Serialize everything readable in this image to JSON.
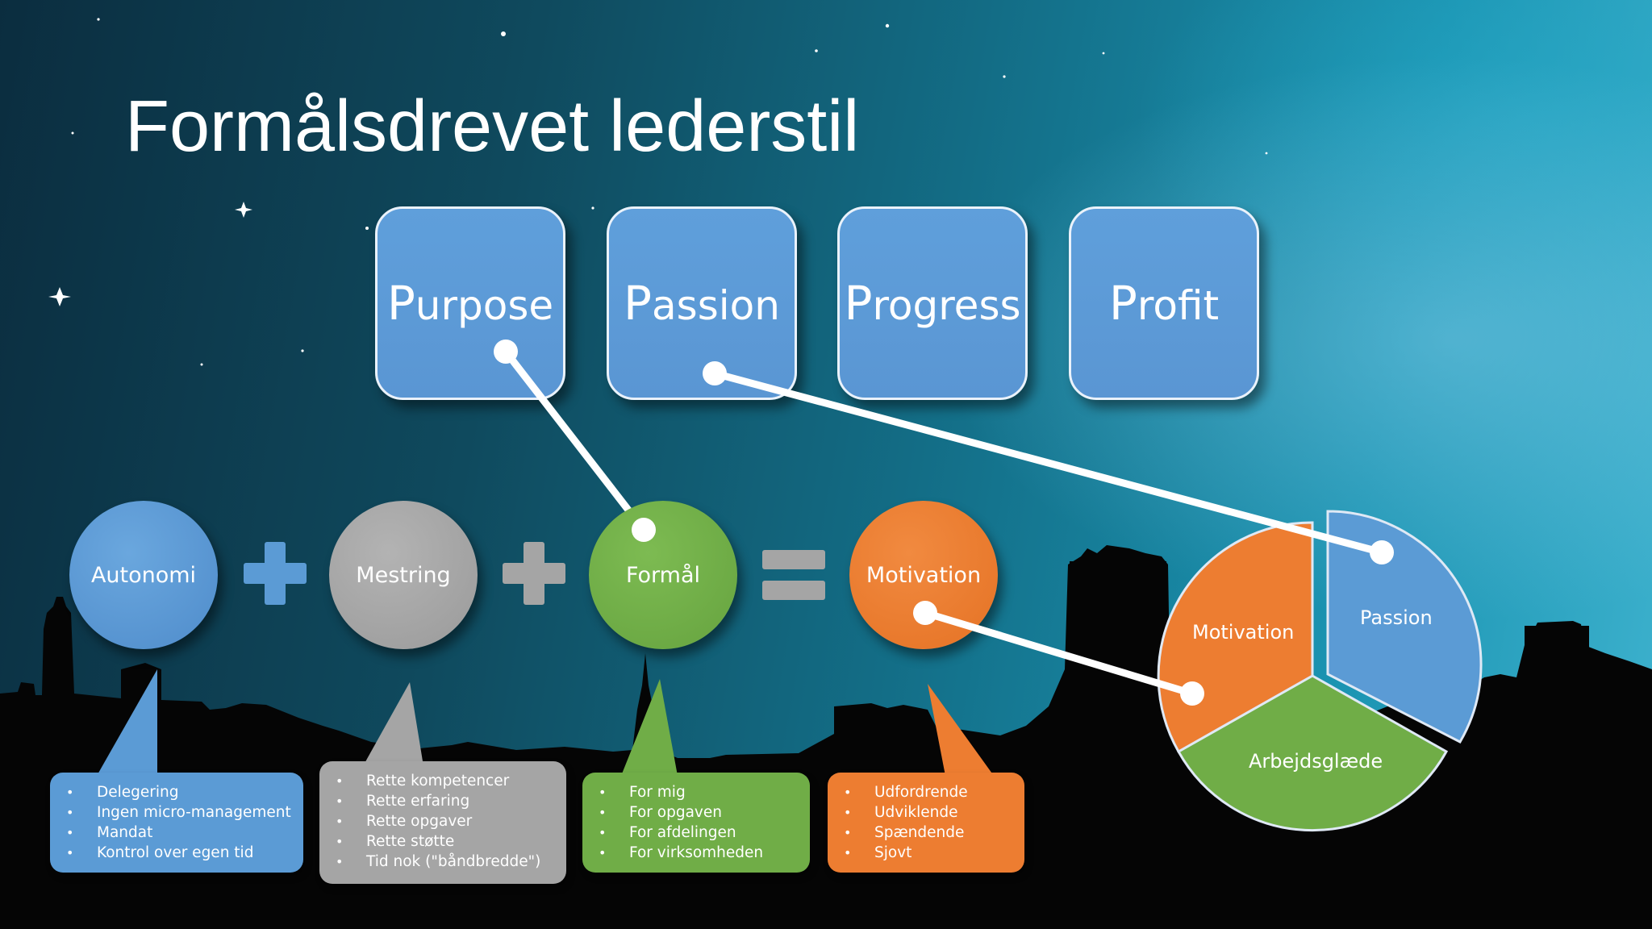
{
  "slide": {
    "title": "Formålsdrevet lederstil"
  },
  "p_boxes": [
    {
      "label": "Purpose"
    },
    {
      "label": "Passion"
    },
    {
      "label": "Progress"
    },
    {
      "label": "Profit"
    }
  ],
  "equation": {
    "circles": [
      {
        "label": "Autonomi",
        "color": "#5b9bd5"
      },
      {
        "label": "Mestring",
        "color": "#a5a5a5"
      },
      {
        "label": "Formål",
        "color": "#70ad47"
      },
      {
        "label": "Motivation",
        "color": "#ed7d31"
      }
    ],
    "operators": [
      "+",
      "+",
      "="
    ]
  },
  "callouts": [
    {
      "color": "#5b9bd5",
      "items": [
        "Delegering",
        "Ingen micro-management",
        "Mandat",
        "Kontrol over egen tid"
      ]
    },
    {
      "color": "#a5a5a5",
      "items": [
        "Rette kompetencer",
        "Rette erfaring",
        "Rette opgaver",
        "Rette støtte",
        "Tid nok (\"båndbredde\")"
      ]
    },
    {
      "color": "#70ad47",
      "items": [
        "For mig",
        "For opgaven",
        "For afdelingen",
        "For virksomheden"
      ]
    },
    {
      "color": "#ed7d31",
      "items": [
        "Udfordrende",
        "Udviklende",
        "Spændende",
        "Sjovt"
      ]
    }
  ],
  "pie": {
    "slices": [
      {
        "label": "Passion",
        "color": "#5b9bd5"
      },
      {
        "label": "Arbejdsglæde",
        "color": "#70ad47"
      },
      {
        "label": "Motivation",
        "color": "#ed7d31"
      }
    ]
  },
  "colors": {
    "box_blue": "#5b9bd5",
    "connector": "#ffffff"
  }
}
